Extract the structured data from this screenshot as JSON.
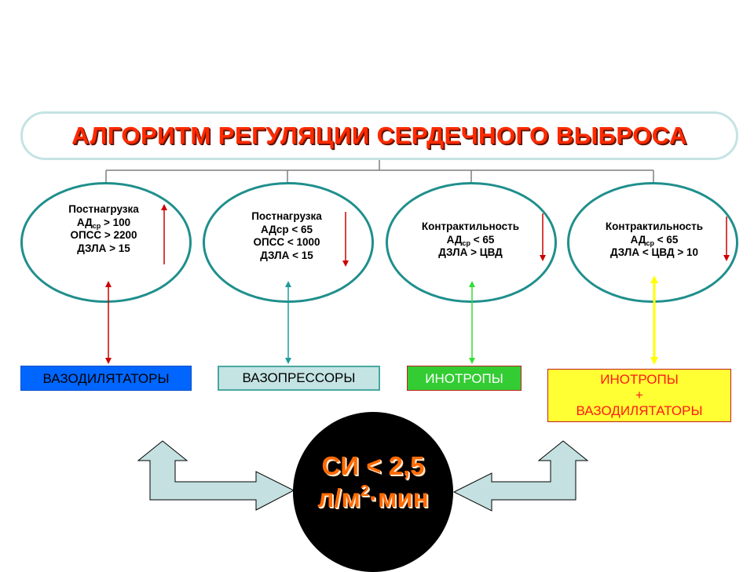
{
  "title": "АЛГОРИТМ РЕГУЛЯЦИИ СЕРДЕЧНОГО ВЫБРОСА",
  "ovals": [
    {
      "lines": [
        {
          "text": "Постнагрузка"
        },
        {
          "text": "АД",
          "sub": "ср",
          "rest": " > 100"
        },
        {
          "text": "ОПСС > 2200"
        },
        {
          "text": "ДЗЛА > 15"
        }
      ],
      "arrow": "up"
    },
    {
      "lines": [
        {
          "text": "Постнагрузка"
        },
        {
          "text": "АДср < 65"
        },
        {
          "text": "ОПСС < 1000"
        },
        {
          "text": "ДЗЛА < 15"
        }
      ],
      "arrow": "down"
    },
    {
      "lines": [
        {
          "text": "Контрактильность"
        },
        {
          "text": "АД",
          "sub": "ср",
          "rest": " < 65"
        },
        {
          "text": "ДЗЛА > ЦВД"
        }
      ],
      "arrow": "down"
    },
    {
      "lines": [
        {
          "text": "Контрактильность"
        },
        {
          "text": "АД",
          "sub": "ср",
          "rest": " < 65"
        },
        {
          "text": "ДЗЛА < ЦВД > 10"
        }
      ],
      "arrow": "down"
    }
  ],
  "drugs": [
    {
      "label": "ВАЗОДИЛЯТАТОРЫ",
      "color": "#0066ff"
    },
    {
      "label": "ВАЗОПРЕССОРЫ",
      "color": "#c4e4e4"
    },
    {
      "label": "ИНОТРОПЫ",
      "color": "#33cc33"
    },
    {
      "lines": [
        "ИНОТРОПЫ",
        "+",
        "ВАЗОДИЛЯТАТОРЫ"
      ],
      "color": "#ffff33"
    }
  ],
  "connector_colors": [
    "#cc0000",
    "#1f9a9a",
    "#33dd33",
    "#ffff00"
  ],
  "center": {
    "line1": "СИ < 2,5",
    "line2_prefix": "л/м",
    "line2_sup": "2",
    "line2_suffix": "·мин"
  },
  "colors": {
    "title_red": "#ff2a00",
    "oval_border": "#1f8f8c",
    "title_border": "#c5e3e4",
    "arrow_fill": "#c4e0e0",
    "accent_orange": "#ff6a00"
  }
}
